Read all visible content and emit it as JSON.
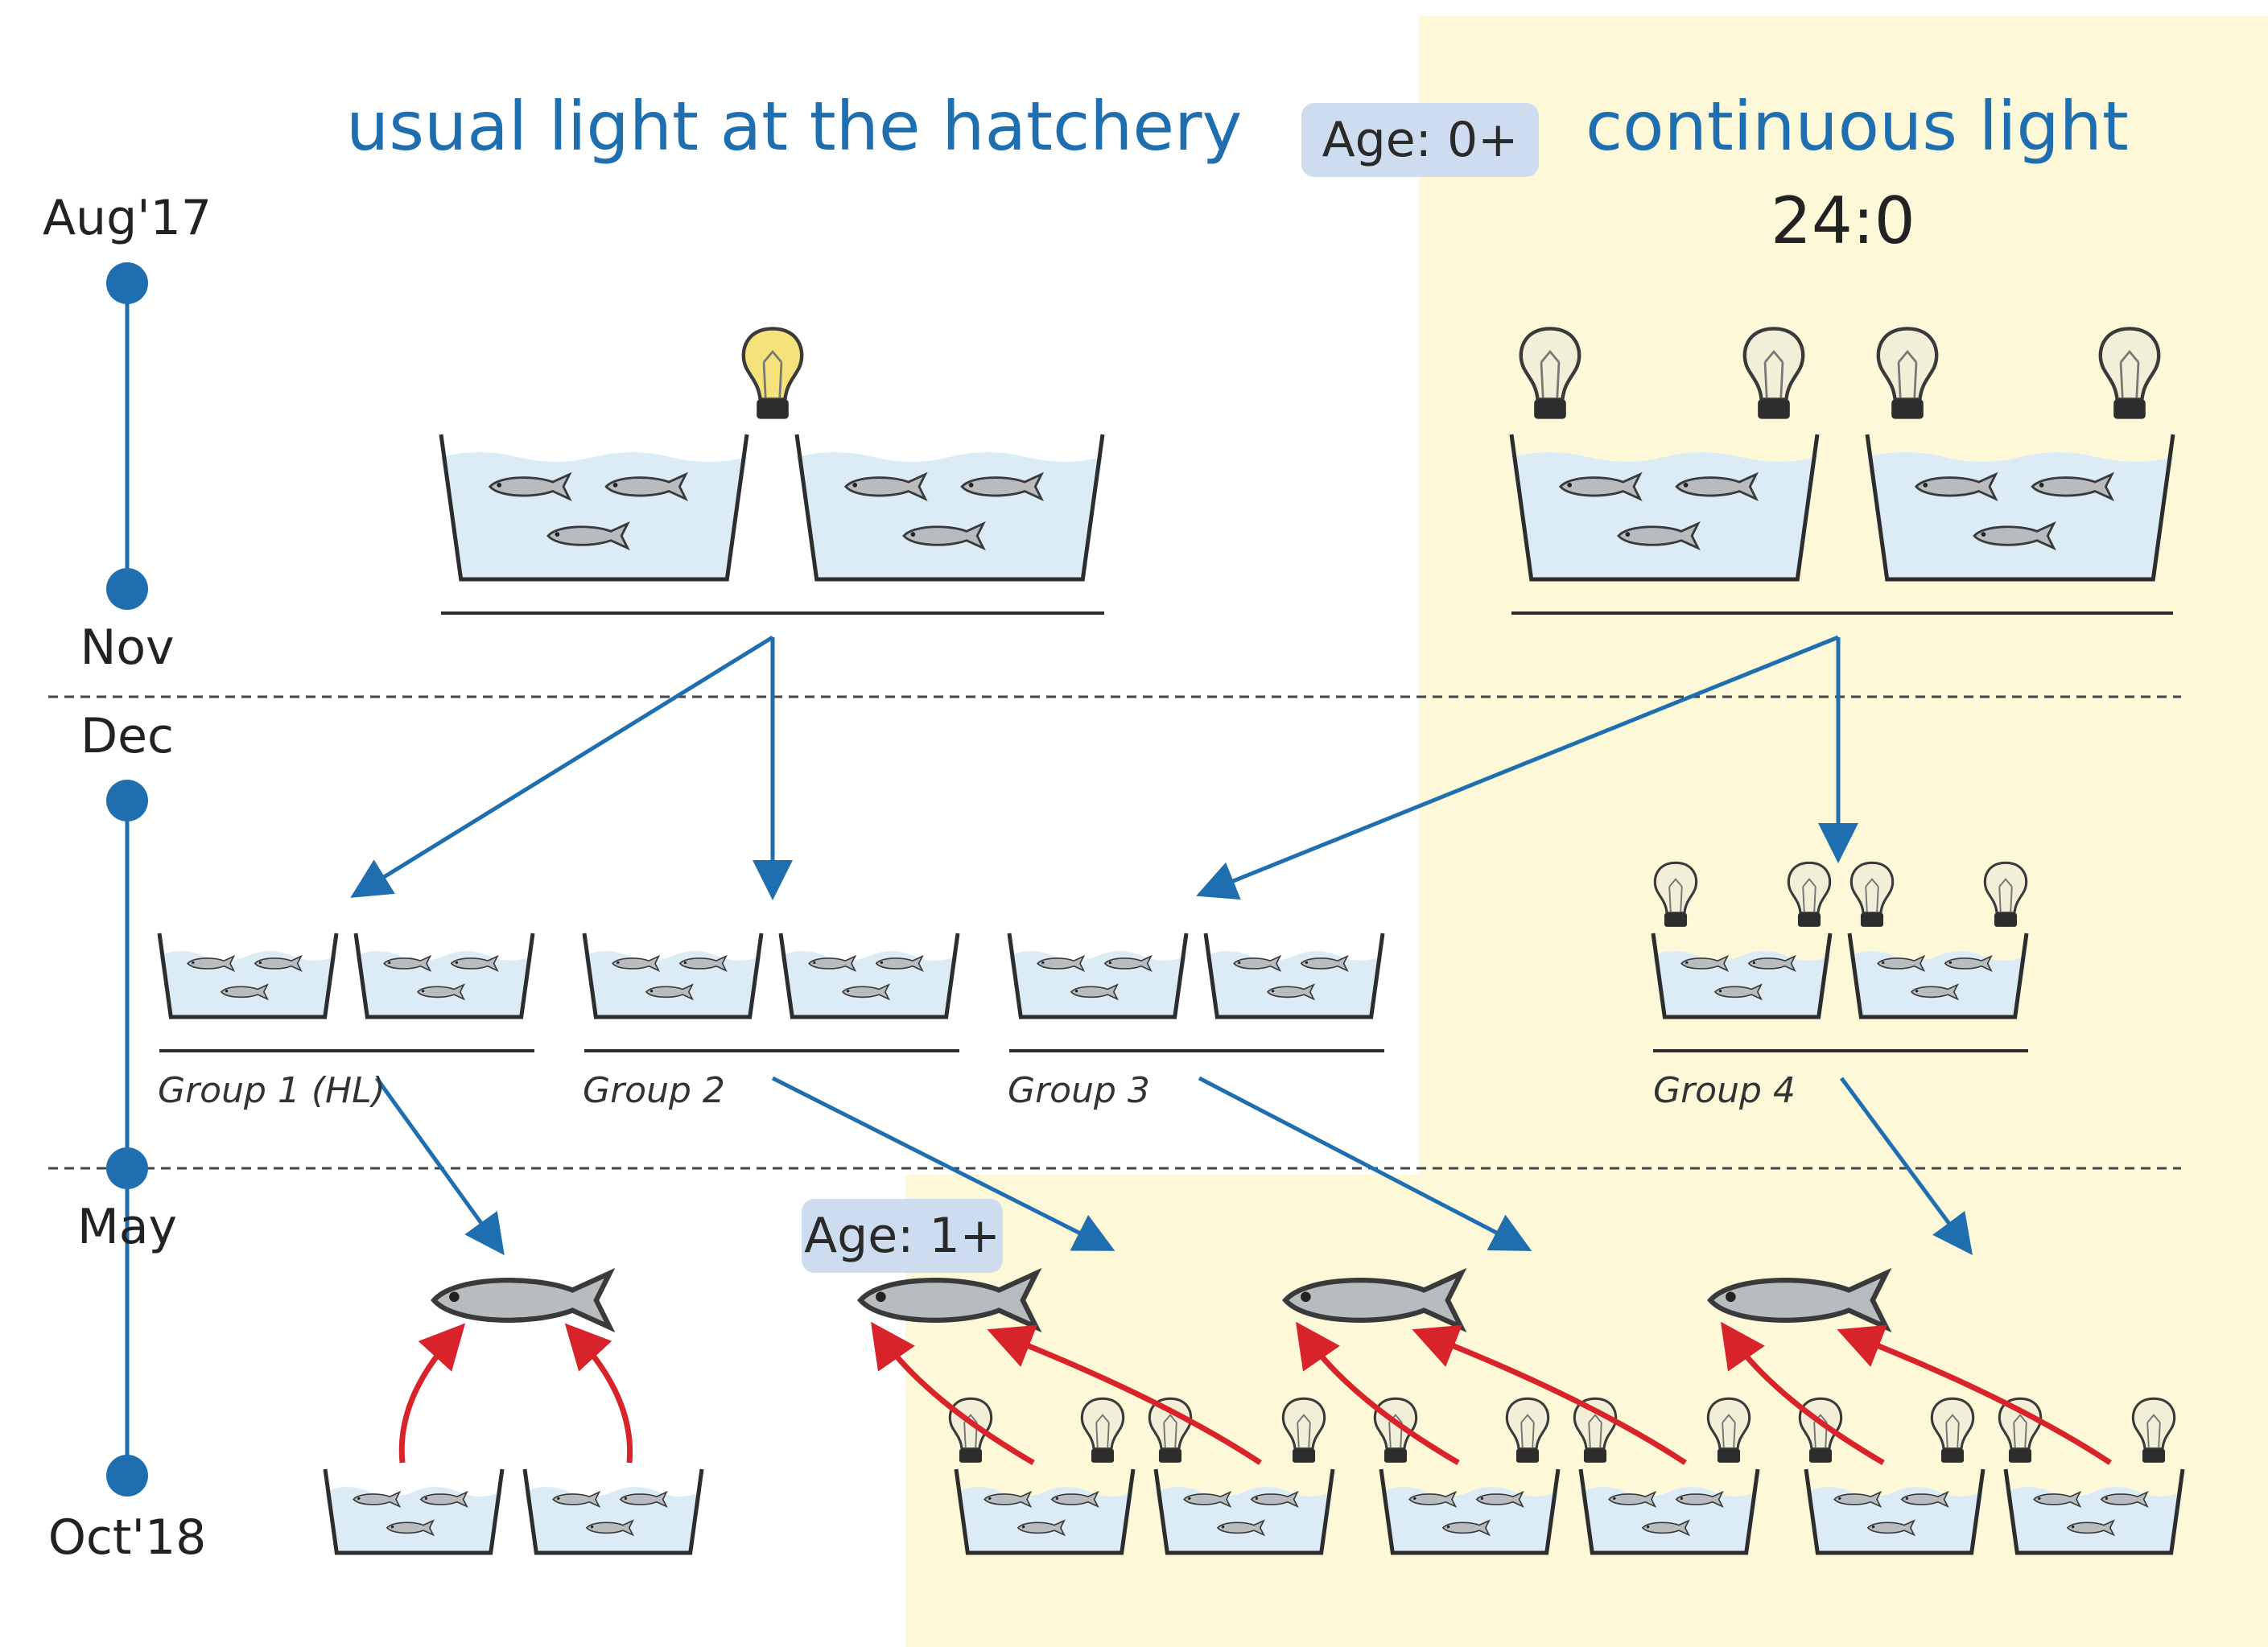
{
  "headings": {
    "left": "usual light at the hatchery",
    "right": "continuous light",
    "right_sub": "24:0"
  },
  "badges": {
    "age0": "Age: 0+",
    "age1": "Age: 1+"
  },
  "timeline": [
    "Aug'17",
    "Nov",
    "Dec",
    "May",
    "Oct'18"
  ],
  "groups": [
    "Group 1 (HL)",
    "Group 2",
    "Group 3",
    "Group 4"
  ],
  "colors": {
    "accent_blue": "#1f6fb0",
    "highlight_yellow": "#fdf8d8",
    "badge_bg": "#cddcee",
    "water": "#dcecf7",
    "fish": "#b9bcbf",
    "arrow_red": "#d9232a",
    "bulb_on": "#f6e27a",
    "bulb_off": "#f1efd8"
  }
}
